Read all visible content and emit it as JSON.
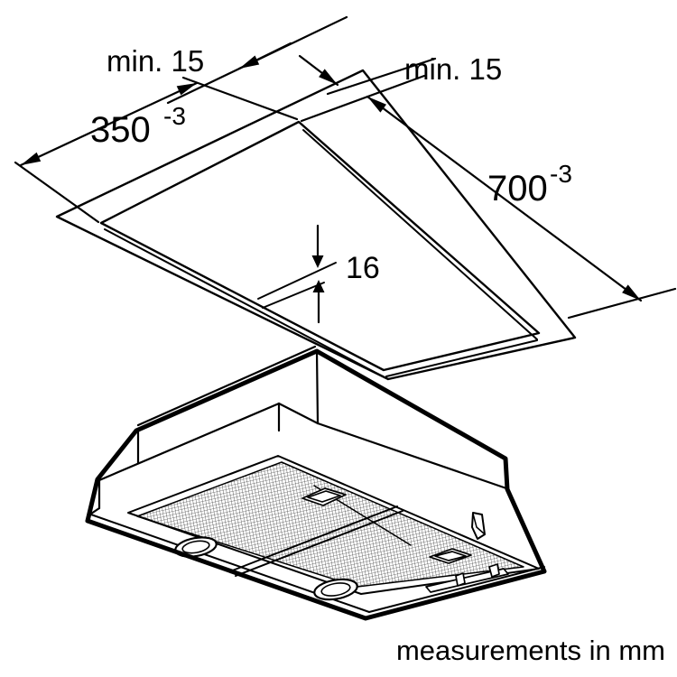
{
  "diagram": {
    "type": "appliance-installation-drawing",
    "footer_note": "measurements in mm",
    "dims": {
      "margin_top_left_label": "min. 15",
      "margin_top_right_label": "min. 15",
      "cutout_width_value": "350",
      "cutout_width_tolerance": "-3",
      "cutout_length_value": "700",
      "cutout_length_tolerance": "-3",
      "panel_thickness_value": "16"
    },
    "colors": {
      "line": "#000000",
      "background": "#ffffff",
      "mesh": "#3a3a3a"
    }
  }
}
